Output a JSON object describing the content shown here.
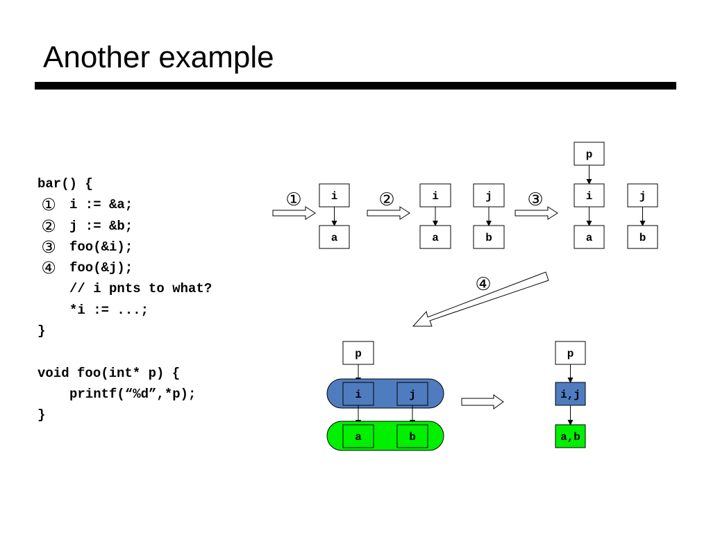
{
  "title": "Another example",
  "code": {
    "lines": [
      {
        "text": "bar() {",
        "step": ""
      },
      {
        "text": "i := &a;",
        "step": "①"
      },
      {
        "text": "j := &b;",
        "step": "②"
      },
      {
        "text": "foo(&i);",
        "step": "③"
      },
      {
        "text": "foo(&j);",
        "step": "④"
      },
      {
        "text": "// i pnts to what?",
        "step": ""
      },
      {
        "text": "*i := ...;",
        "step": ""
      },
      {
        "text": "}",
        "step": ""
      },
      {
        "text": "",
        "step": ""
      },
      {
        "text": "void foo(int* p) {",
        "step": ""
      },
      {
        "text": "printf(“%d”,*p);",
        "step": ""
      },
      {
        "text": "}",
        "step": ""
      }
    ]
  },
  "diagram": {
    "steps": [
      "①",
      "②",
      "③",
      "④"
    ],
    "stage1": {
      "top": "i",
      "bottom": "a"
    },
    "stage2": {
      "left_top": "i",
      "left_bottom": "a",
      "right_top": "j",
      "right_bottom": "b"
    },
    "stage3": {
      "pointer": "p",
      "left_top": "i",
      "left_bottom": "a",
      "right_top": "j",
      "right_bottom": "b"
    },
    "unified_before": {
      "pointer": "p",
      "top_left": "i",
      "top_right": "j",
      "bottom_left": "a",
      "bottom_right": "b"
    },
    "unified_after": {
      "pointer": "p",
      "merged_top": "i,j",
      "merged_bottom": "a,b"
    },
    "colors": {
      "blue_group": "#4f7cbf",
      "green_group": "#00f000",
      "node_fill": "#ffffff",
      "stroke": "#000000"
    }
  }
}
